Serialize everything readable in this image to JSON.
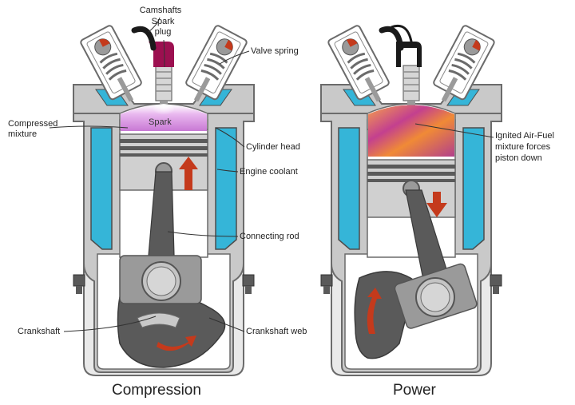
{
  "labels": {
    "camshafts": "Camshafts",
    "spark_plug": "Spark\nplug",
    "valve_spring": "Valve spring",
    "compressed_mixture": "Compressed\nmixture",
    "spark": "Spark",
    "cylinder_head": "Cylinder head",
    "engine_coolant": "Engine coolant",
    "connecting_rod": "Connecting rod",
    "crankshaft": "Crankshaft",
    "crankshaft_web": "Crankshaft web",
    "ignited_mixture": "Ignited Air-Fuel\nmixture forces\npiston down"
  },
  "titles": {
    "left": "Compression",
    "right": "Power"
  },
  "colors": {
    "outline": "#6b6b6b",
    "metal_light": "#d6d6d6",
    "metal_mid": "#a9a9a9",
    "metal_dark": "#5a5a5a",
    "coolant": "#35b5d8",
    "arrow": "#c43a1c",
    "spark_plug_dark": "#1a1a1a",
    "spark_plug_red": "#9c1050",
    "compressed_gas": "#d98ee0",
    "ignited_gas_orange": "#f07a2a",
    "ignited_gas_magenta": "#b2338a"
  }
}
